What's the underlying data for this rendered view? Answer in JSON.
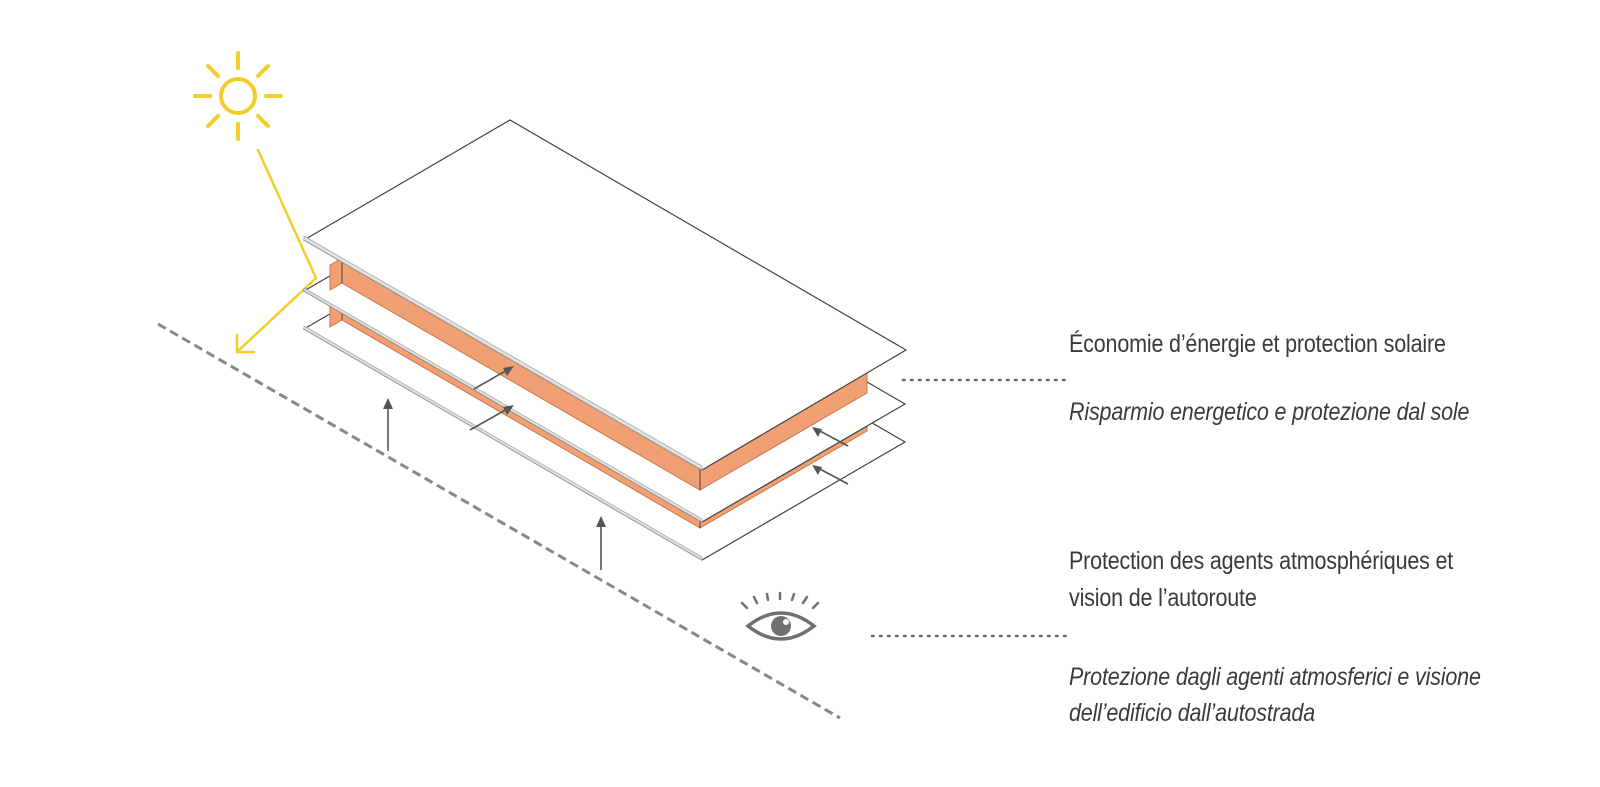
{
  "colors": {
    "sun": "#f2cd2c",
    "facade_fill": "#f0a072",
    "facade_stroke": "#c8784a",
    "slab_stroke": "#444444",
    "slab_edge": "#bbbbbb",
    "arrow": "#555555",
    "highway_line": "#888888",
    "dots": "#666666",
    "eye": "#707070",
    "text": "#3a3a3a"
  },
  "icons": [
    "sun-icon",
    "eye-icon"
  ],
  "labels": {
    "solar_fr": "Économie d’énergie et protection solaire",
    "solar_it": "Risparmio energetico e protezione dal sole",
    "atmo_fr_line1": "Protection des agents atmosphériques et",
    "atmo_fr_line2": "vision de l’autoroute",
    "atmo_it_line1": "Protezione dagli agenti atmosferici e visione",
    "atmo_it_line2": "dell’edificio dall’autostrada"
  }
}
